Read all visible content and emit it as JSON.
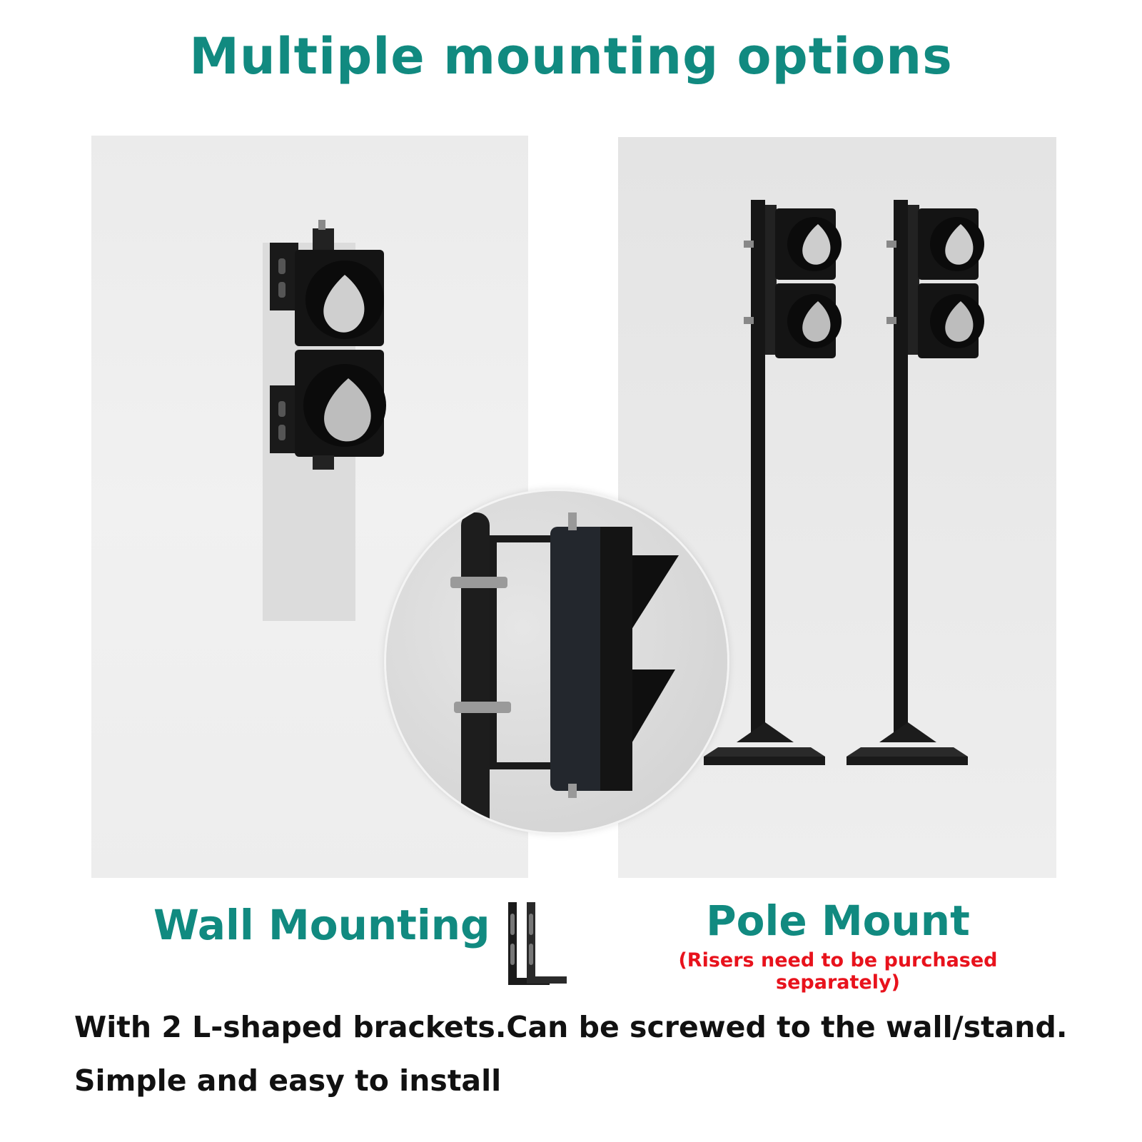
{
  "title": "Multiple mounting options",
  "wall": {
    "label": "Wall Mounting"
  },
  "pole": {
    "label": "Pole Mount",
    "note": "(Risers need to be purchased separately)"
  },
  "caption": {
    "line1": "With 2 L-shaped brackets.Can be screwed to the wall/stand.",
    "line2": "Simple and easy to install"
  },
  "colors": {
    "accent": "#118a80",
    "warning": "#e8121c",
    "text": "#111111"
  }
}
